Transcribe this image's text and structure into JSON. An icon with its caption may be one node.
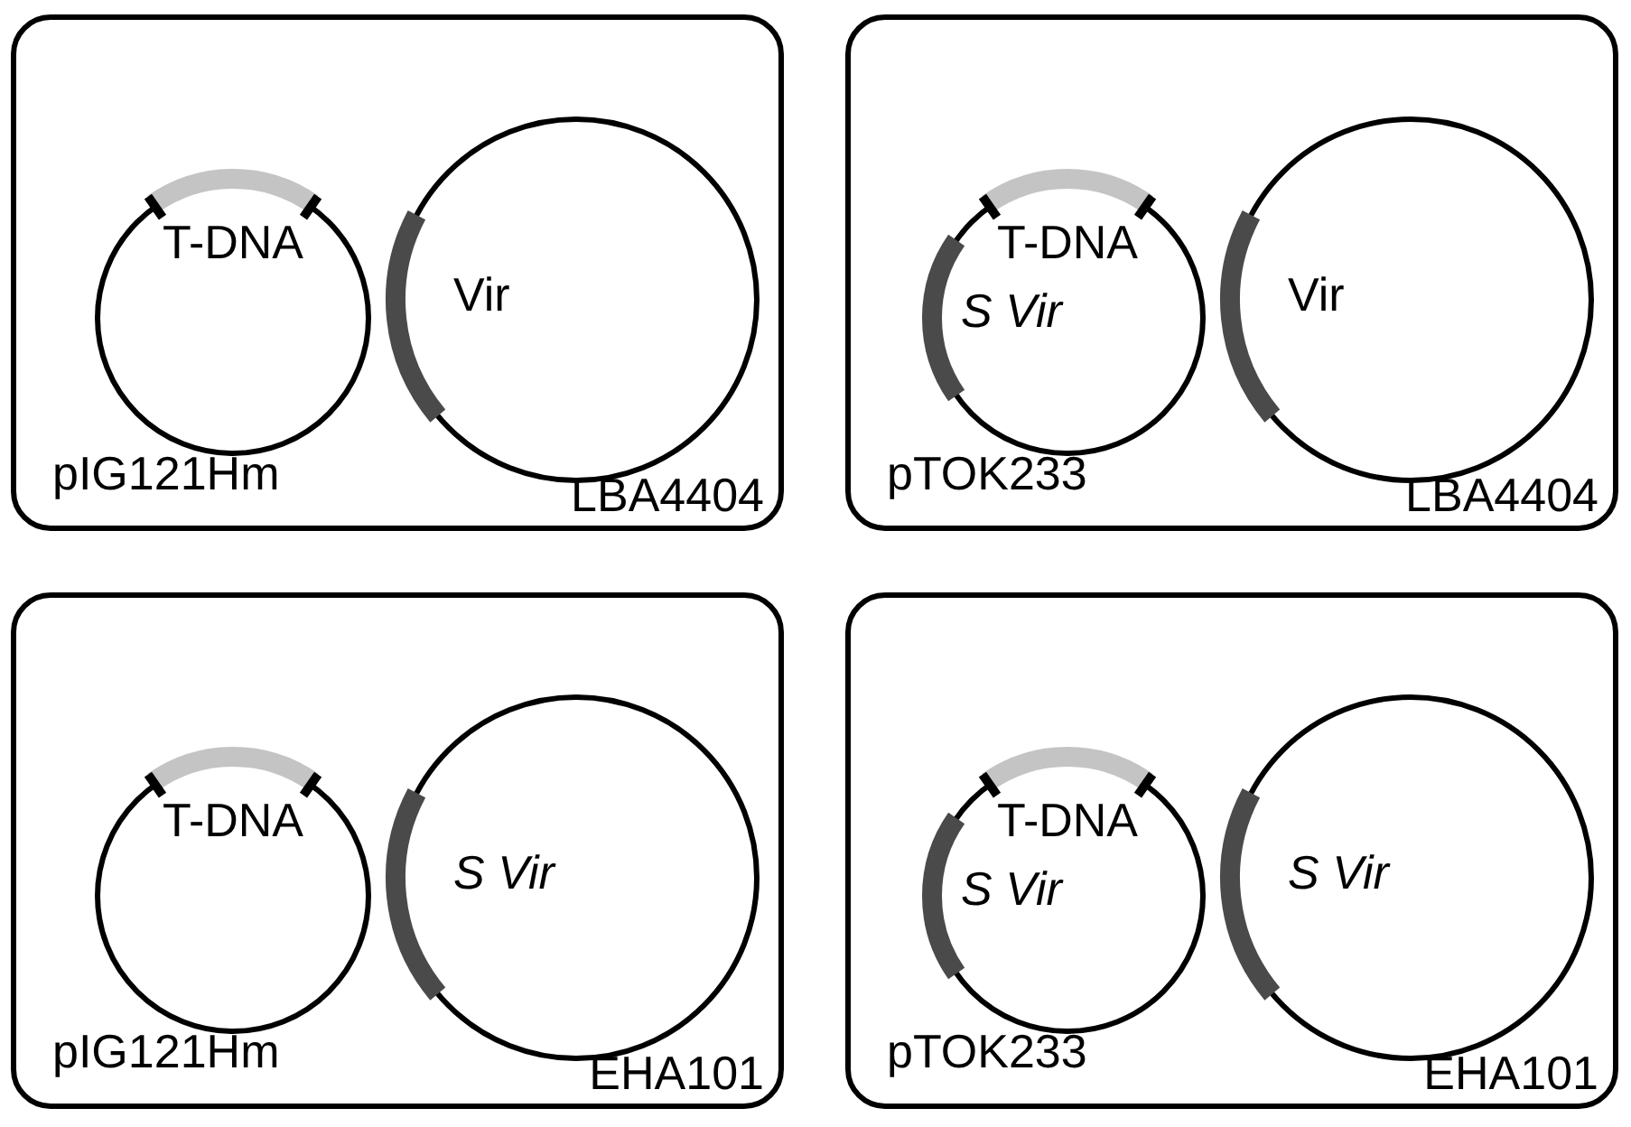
{
  "diagram": {
    "nodes": [
      {
        "text": [
          "LBA4404"
        ]
      },
      {
        "text": [
          "T-DNA"
        ],
        "beside": [
          "pIG121Hm"
        ],
        "in": 0
      },
      {
        "text": [
          "Vir"
        ],
        "in": 0
      },
      {
        "text": [
          "LBA4404"
        ]
      },
      {
        "text": [
          "T-DNA",
          "S Vir"
        ],
        "beside": [
          "pTOK233"
        ],
        "in": 3
      },
      {
        "text": [
          "Vir"
        ],
        "in": 3
      },
      {
        "text": [
          "EHA101"
        ]
      },
      {
        "text": [
          "T-DNA"
        ],
        "beside": [
          "pIG121Hm"
        ],
        "in": 6
      },
      {
        "text": [
          "S Vir"
        ],
        "in": 6
      },
      {
        "text": [
          "EHA101"
        ]
      },
      {
        "text": [
          "T-DNA",
          "S Vir"
        ],
        "beside": [
          "pTOK233"
        ],
        "in": 9
      },
      {
        "text": [
          "S Vir"
        ],
        "in": 9
      }
    ],
    "edges": []
  }
}
